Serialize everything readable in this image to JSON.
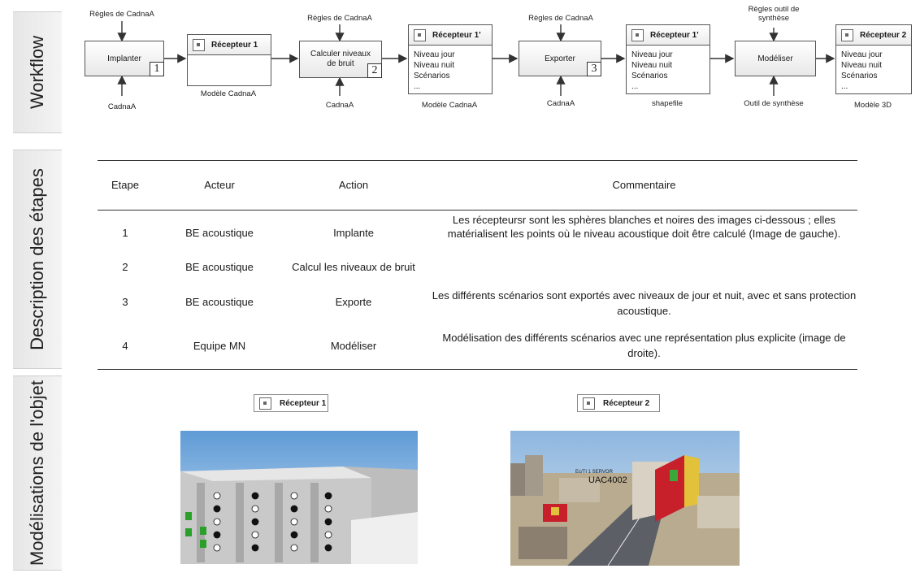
{
  "sections": {
    "workflow": "Workflow",
    "steps": "Description des étapes",
    "models": "Modélisations de l'objet"
  },
  "workflow": {
    "rules1": "Règles de CadnaA",
    "rules2": "Règles de CadnaA",
    "rules3": "Règles de CadnaA",
    "rules4": "Règles outil de synthèse",
    "process1": "Implanter",
    "process2": "Calculer niveaux de bruit",
    "process3": "Exporter",
    "process4": "Modéliser",
    "num1": "1",
    "num2": "2",
    "num3": "3",
    "tool1": "CadnaA",
    "tool2": "CadnaA",
    "tool3": "CadnaA",
    "tool4": "Outil de synthèse",
    "doc1": {
      "title": "Récepteur 1",
      "caption": "Modèle CadnaA"
    },
    "doc2": {
      "title": "Récepteur 1'",
      "lines": [
        "Niveau jour",
        "Niveau nuit",
        "Scénarios",
        "..."
      ],
      "caption": "Modèle CadnaA"
    },
    "doc3": {
      "title": "Récepteur 1'",
      "lines": [
        "Niveau jour",
        "Niveau nuit",
        "Scénarios",
        "..."
      ],
      "caption": "shapefile"
    },
    "doc4": {
      "title": "Récepteur 2",
      "lines": [
        "Niveau jour",
        "Niveau nuit",
        "Scénarios",
        "..."
      ],
      "caption": "Modèle 3D"
    }
  },
  "table": {
    "headers": [
      "Etape",
      "Acteur",
      "Action",
      "Commentaire"
    ],
    "rows": [
      {
        "etape": "1",
        "acteur": "BE acoustique",
        "action": "Implante",
        "commentaire": "Les récepteursr sont les sphères blanches et noires des images ci-dessous ; elles matérialisent les points où le niveau acoustique doit être calculé (Image de gauche)."
      },
      {
        "etape": "2",
        "acteur": "BE acoustique",
        "action": "Calcul les niveaux de bruit",
        "commentaire": ""
      },
      {
        "etape": "3",
        "acteur": "BE acoustique",
        "action": "Exporte",
        "commentaire": "Les différents scénarios sont exportés avec niveaux de jour et nuit, avec et sans protection acoustique."
      },
      {
        "etape": "4",
        "acteur": "Equipe MN",
        "action": "Modéliser",
        "commentaire": "Modélisation des différents scénarios avec une représentation plus explicite (image de droite)."
      }
    ]
  },
  "models": {
    "left_title": "Récepteur 1",
    "right_title": "Récepteur 2",
    "right_label_main": "UAC4002",
    "right_label_small": "Ec/TI 1 SERVOR"
  },
  "colors": {
    "sidebar": "#e8e8e8",
    "red": "#c8202a",
    "yellow": "#e2c23a",
    "green": "#3aa93a",
    "sky": "#6fa5d8"
  }
}
